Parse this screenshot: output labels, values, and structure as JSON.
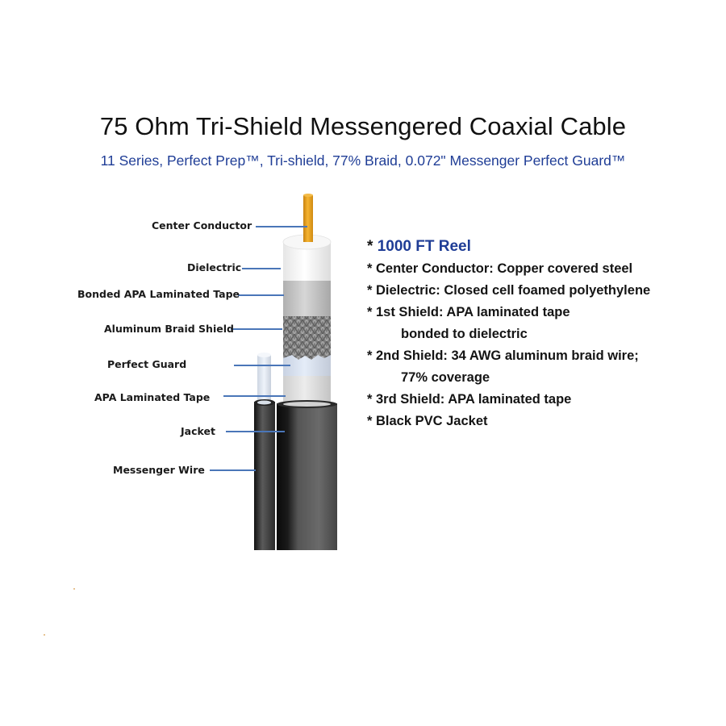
{
  "title": "75 Ohm Tri-Shield Messengered Coaxial Cable",
  "subtitle": "11 Series, Perfect Prep™, Tri-shield, 77% Braid, 0.072\" Messenger Perfect Guard™",
  "labels": {
    "center_conductor": "Center Conductor",
    "dielectric": "Dielectric",
    "bonded_apa": "Bonded APA Laminated Tape",
    "braid": "Aluminum Braid Shield",
    "perfect_guard": "Perfect Guard",
    "apa_tape": "APA Laminated Tape",
    "jacket": "Jacket",
    "messenger": "Messenger Wire"
  },
  "specs": {
    "reel_star": "* ",
    "reel": "1000 FT Reel",
    "items": [
      "* Center Conductor: Copper covered steel",
      "* Dielectric: Closed cell foamed polyethylene",
      "* 1st Shield: APA laminated tape",
      "bonded to dielectric",
      "* 2nd Shield: 34 AWG aluminum braid wire;",
      "77% coverage",
      "* 3rd Shield: APA laminated tape",
      "* Black PVC Jacket"
    ]
  },
  "colors": {
    "accent_blue": "#1f3d96",
    "leader_line": "#4a76b8",
    "conductor": "#e8a020",
    "jacket": "#3a3a3a"
  }
}
